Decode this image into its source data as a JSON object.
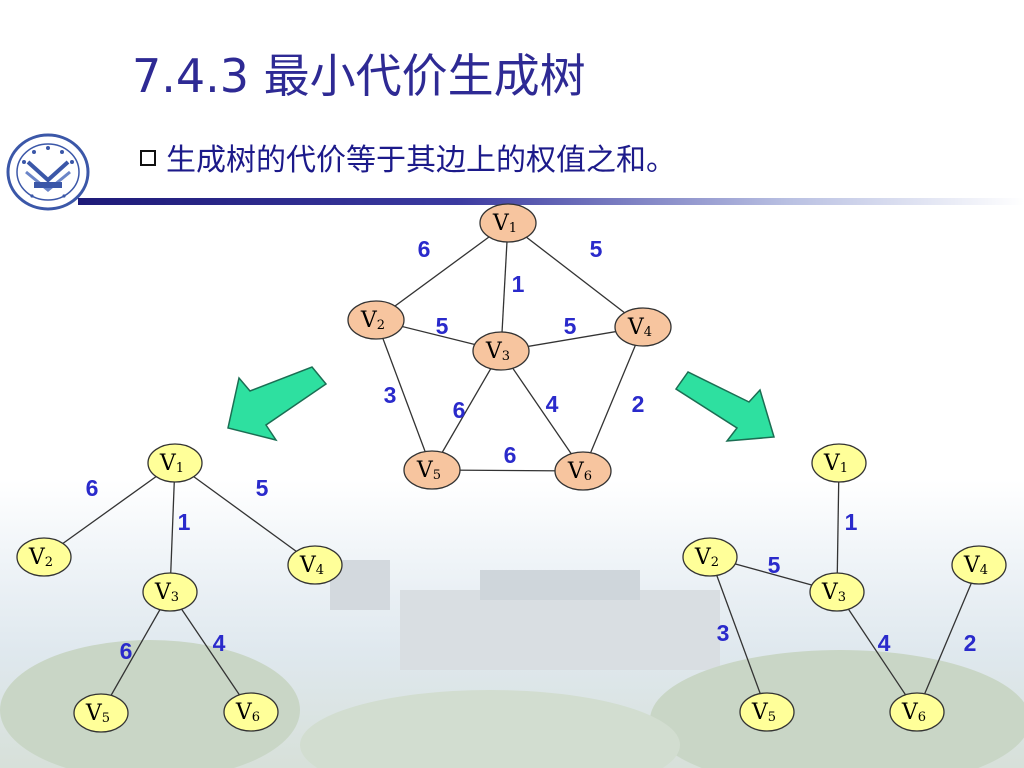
{
  "slide": {
    "title": "7.4.3 最小代价生成树",
    "bullet": "生成树的代价等于其边上的权值之和。",
    "colors": {
      "title": "#2e2a94",
      "bullet": "#1c1a8a",
      "weight": "#2a2acb",
      "node_top": "#f7c59f",
      "node_bottom": "#ffff99",
      "arrow": "#2ee0a0"
    }
  },
  "graphs": [
    {
      "id": "full-graph",
      "node_fill": "#f7c59f",
      "nodes": [
        {
          "id": "V1",
          "label": "V",
          "sub": "1"
        },
        {
          "id": "V2",
          "label": "V",
          "sub": "2"
        },
        {
          "id": "V3",
          "label": "V",
          "sub": "3"
        },
        {
          "id": "V4",
          "label": "V",
          "sub": "4"
        },
        {
          "id": "V5",
          "label": "V",
          "sub": "5"
        },
        {
          "id": "V6",
          "label": "V",
          "sub": "6"
        }
      ],
      "edges": [
        {
          "from": "V1",
          "to": "V2",
          "weight": "6"
        },
        {
          "from": "V1",
          "to": "V3",
          "weight": "1"
        },
        {
          "from": "V1",
          "to": "V4",
          "weight": "5"
        },
        {
          "from": "V2",
          "to": "V3",
          "weight": "5"
        },
        {
          "from": "V3",
          "to": "V4",
          "weight": "5"
        },
        {
          "from": "V2",
          "to": "V5",
          "weight": "3"
        },
        {
          "from": "V3",
          "to": "V5",
          "weight": "6"
        },
        {
          "from": "V3",
          "to": "V6",
          "weight": "4"
        },
        {
          "from": "V4",
          "to": "V6",
          "weight": "2"
        },
        {
          "from": "V5",
          "to": "V6",
          "weight": "6"
        }
      ]
    },
    {
      "id": "spanning-tree-left",
      "node_fill": "#ffff99",
      "nodes": [
        {
          "id": "V1",
          "label": "V",
          "sub": "1"
        },
        {
          "id": "V2",
          "label": "V",
          "sub": "2"
        },
        {
          "id": "V3",
          "label": "V",
          "sub": "3"
        },
        {
          "id": "V4",
          "label": "V",
          "sub": "4"
        },
        {
          "id": "V5",
          "label": "V",
          "sub": "5"
        },
        {
          "id": "V6",
          "label": "V",
          "sub": "6"
        }
      ],
      "edges": [
        {
          "from": "V1",
          "to": "V2",
          "weight": "6"
        },
        {
          "from": "V1",
          "to": "V3",
          "weight": "1"
        },
        {
          "from": "V1",
          "to": "V4",
          "weight": "5"
        },
        {
          "from": "V3",
          "to": "V5",
          "weight": "6"
        },
        {
          "from": "V3",
          "to": "V6",
          "weight": "4"
        }
      ]
    },
    {
      "id": "spanning-tree-right",
      "node_fill": "#ffff99",
      "nodes": [
        {
          "id": "V1",
          "label": "V",
          "sub": "1"
        },
        {
          "id": "V2",
          "label": "V",
          "sub": "2"
        },
        {
          "id": "V3",
          "label": "V",
          "sub": "3"
        },
        {
          "id": "V4",
          "label": "V",
          "sub": "4"
        },
        {
          "id": "V5",
          "label": "V",
          "sub": "5"
        },
        {
          "id": "V6",
          "label": "V",
          "sub": "6"
        }
      ],
      "edges": [
        {
          "from": "V1",
          "to": "V3",
          "weight": "1"
        },
        {
          "from": "V2",
          "to": "V3",
          "weight": "5"
        },
        {
          "from": "V2",
          "to": "V5",
          "weight": "3"
        },
        {
          "from": "V3",
          "to": "V6",
          "weight": "4"
        },
        {
          "from": "V4",
          "to": "V6",
          "weight": "2"
        }
      ]
    }
  ],
  "arrows": [
    {
      "id": "arrow-left",
      "icon": "arrow-down-left-icon"
    },
    {
      "id": "arrow-right",
      "icon": "arrow-down-right-icon"
    }
  ],
  "logo": {
    "icon": "university-seal-icon"
  }
}
